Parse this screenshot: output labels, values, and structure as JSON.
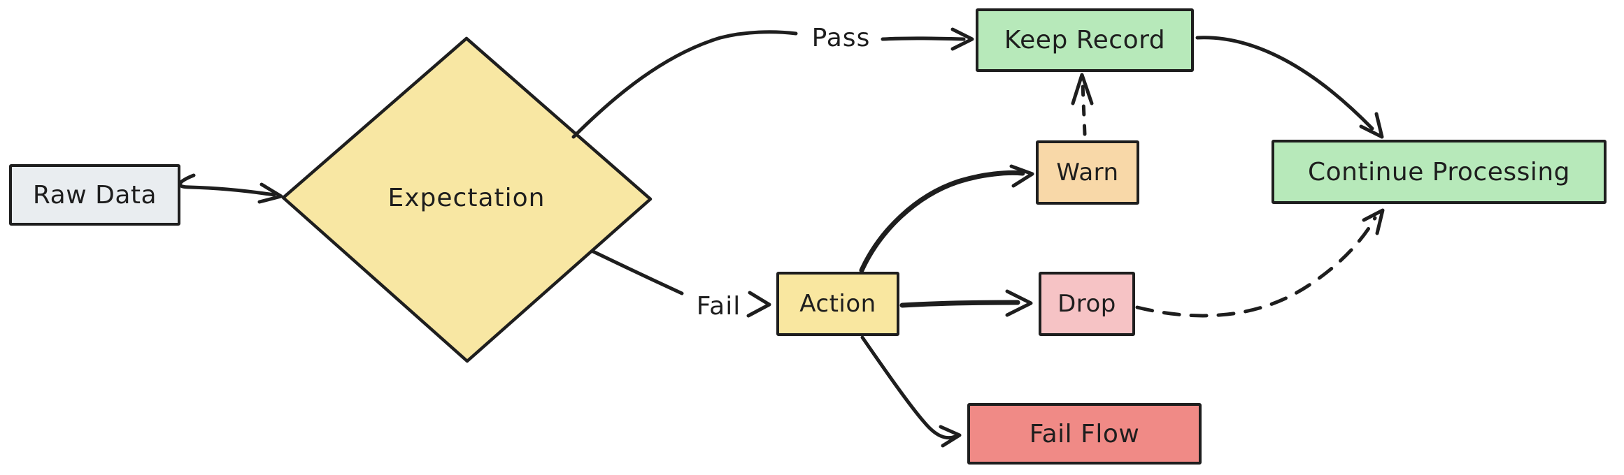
{
  "diagram": {
    "nodes": {
      "raw_data": {
        "label": "Raw Data",
        "type": "rectangle",
        "fill": "#e9edf0"
      },
      "expectation": {
        "label": "Expectation",
        "type": "diamond",
        "fill": "#f8e7a3"
      },
      "keep_record": {
        "label": "Keep Record",
        "type": "rectangle",
        "fill": "#b7e9ba"
      },
      "warn": {
        "label": "Warn",
        "type": "rectangle",
        "fill": "#f8d8a8"
      },
      "action": {
        "label": "Action",
        "type": "rectangle",
        "fill": "#f9e7a0"
      },
      "drop": {
        "label": "Drop",
        "type": "rectangle",
        "fill": "#f6c3c5"
      },
      "fail_flow": {
        "label": "Fail Flow",
        "type": "rectangle",
        "fill": "#f08a86"
      },
      "continue_processing": {
        "label": "Continue Processing",
        "type": "rectangle",
        "fill": "#b7e9ba"
      }
    },
    "edge_labels": {
      "pass": "Pass",
      "fail": "Fail"
    },
    "edges": [
      {
        "from": "raw_data",
        "to": "expectation",
        "style": "solid",
        "label": ""
      },
      {
        "from": "expectation",
        "to": "keep_record",
        "style": "solid",
        "label": "Pass"
      },
      {
        "from": "expectation",
        "to": "action",
        "style": "solid",
        "label": "Fail"
      },
      {
        "from": "keep_record",
        "to": "continue_processing",
        "style": "solid",
        "label": ""
      },
      {
        "from": "action",
        "to": "warn",
        "style": "solid",
        "label": ""
      },
      {
        "from": "action",
        "to": "drop",
        "style": "solid",
        "label": ""
      },
      {
        "from": "action",
        "to": "fail_flow",
        "style": "solid",
        "label": ""
      },
      {
        "from": "warn",
        "to": "keep_record",
        "style": "dashed",
        "label": ""
      },
      {
        "from": "drop",
        "to": "continue_processing",
        "style": "dashed",
        "label": ""
      }
    ],
    "colors": {
      "stroke": "#1e1e1e",
      "background": "#ffffff"
    }
  }
}
